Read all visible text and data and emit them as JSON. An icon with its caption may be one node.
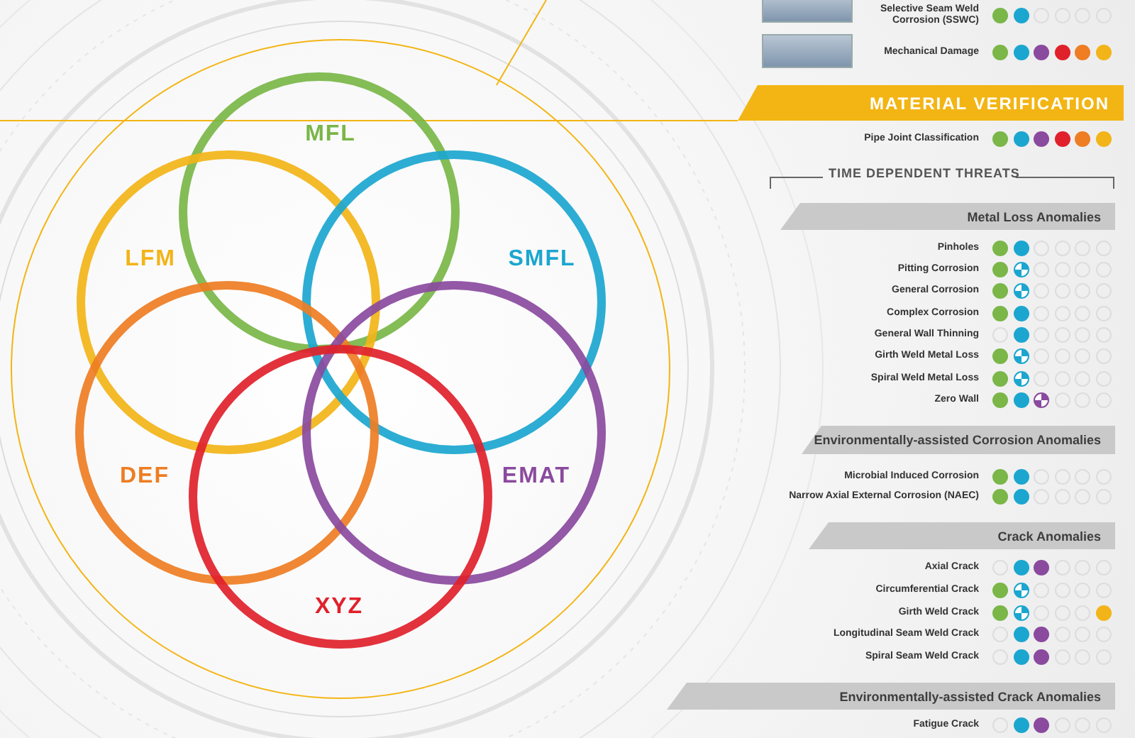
{
  "diagram": {
    "nodes": [
      {
        "text": [
          "MFL"
        ]
      },
      {
        "text": [
          "LFM"
        ]
      },
      {
        "text": [
          "SMFL"
        ]
      },
      {
        "text": [
          "DEF"
        ]
      },
      {
        "text": [
          "EMAT"
        ]
      },
      {
        "text": [
          "XYZ"
        ]
      },
      {
        "text": [
          "MATERIAL VERIFICATION"
        ]
      },
      {
        "text": [
          "Metal Loss Anomalies"
        ]
      },
      {
        "text": [
          "Environmentally-assisted Corrosion Anomalies"
        ]
      },
      {
        "text": [
          "Crack Anomalies"
        ]
      },
      {
        "text": [
          "Environmentally-assisted Crack Anomalies"
        ]
      },
      {
        "text": [],
        "shape": "picture"
      },
      {
        "text": [],
        "shape": "picture"
      }
    ],
    "edges": [],
    "labels": [
      "Selective Seam Weld Corrosion (SSWC)",
      "Mechanical Damage",
      "Pipe Joint Classification",
      "TIME DEPENDENT THREATS",
      "Pinholes",
      "Pitting Corrosion",
      "General Corrosion",
      "Complex Corrosion",
      "General Wall Thinning",
      "Girth Weld Metal Loss",
      "Spiral Weld Metal Loss",
      "Zero Wall",
      "Microbial Induced Corrosion",
      "Narrow Axial External Corrosion (NAEC)",
      "Axial Crack",
      "Circumferential Crack",
      "Girth Weld Crack",
      "Longitudinal Seam Weld Crack",
      "Spiral Seam Weld Crack",
      "Fatigue Crack"
    ]
  }
}
